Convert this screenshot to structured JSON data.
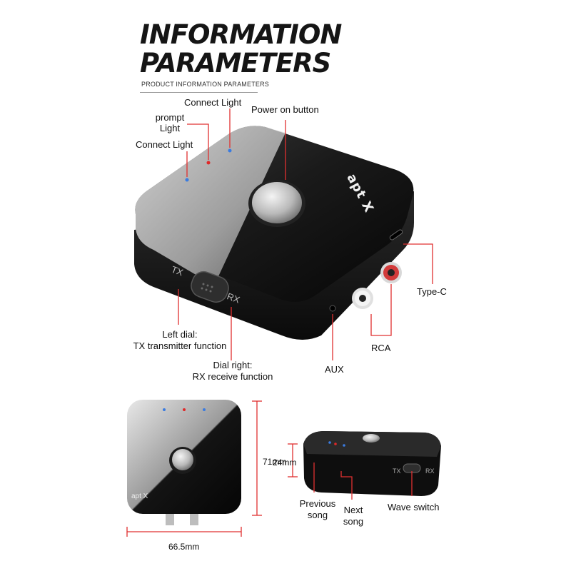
{
  "header": {
    "title_line1": "INFORMATION",
    "title_line2": "PARAMETERS",
    "subtitle": "PRODUCT INFORMATION PARAMETERS"
  },
  "top_callouts": {
    "connect_light_top": "Connect Light",
    "prompt_light_line1": "prompt",
    "prompt_light_line2": "Light",
    "connect_light_left": "Connect Light",
    "power_button": "Power on button",
    "type_c": "Type-C",
    "rca": "RCA",
    "aux": "AUX",
    "left_dial_line1": "Left dial:",
    "left_dial_line2": "TX transmitter function",
    "dial_right_line1": "Dial right:",
    "dial_right_line2": "RX receive function"
  },
  "device": {
    "brand_logo": "apt X",
    "switch_tx": "TX",
    "switch_rx": "RX"
  },
  "bottom_left": {
    "height_dim": "71mm",
    "width_dim": "66.5mm",
    "brand_logo": "apt X"
  },
  "bottom_right": {
    "thickness_dim": "24mm",
    "previous_song_line1": "Previous",
    "previous_song_line2": "song",
    "next_song_line1": "Next",
    "next_song_line2": "song",
    "wave_switch": "Wave switch",
    "switch_tx": "TX",
    "switch_rx": "RX"
  },
  "colors": {
    "callout_red": "#e03030",
    "device_black": "#111111",
    "led_blue": "#3a7be0",
    "led_red": "#e02828"
  }
}
